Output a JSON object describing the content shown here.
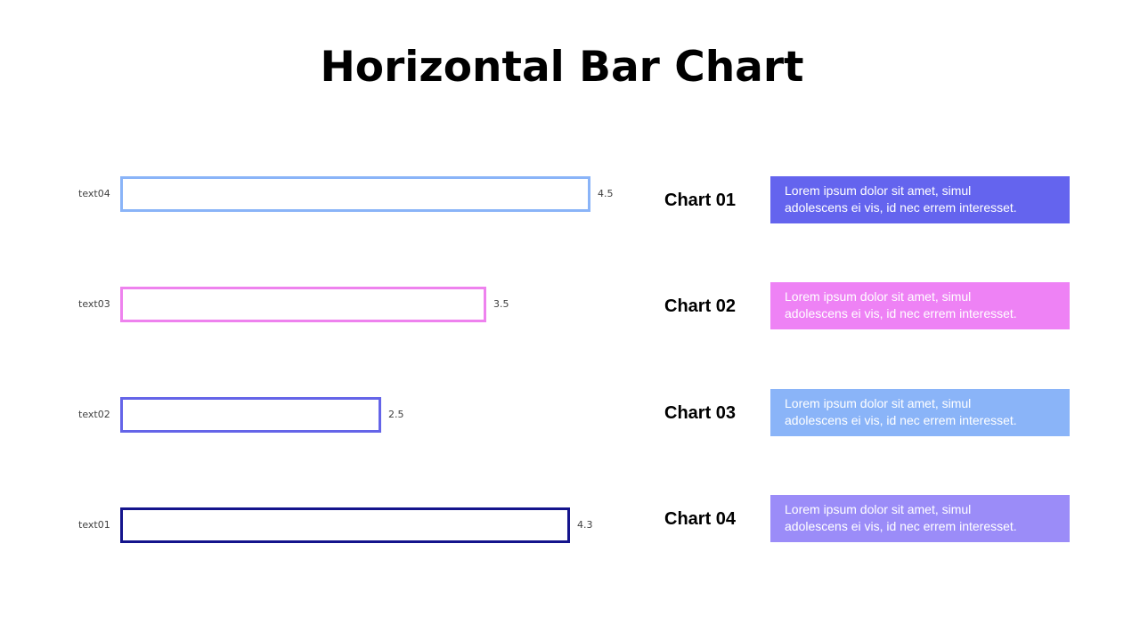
{
  "title": "Horizontal Bar Chart",
  "chart_data": {
    "type": "bar",
    "orientation": "horizontal",
    "title": "Horizontal Bar Chart",
    "categories": [
      "text04",
      "text03",
      "text02",
      "text01"
    ],
    "values": [
      4.5,
      3.5,
      2.5,
      4.3
    ],
    "colors": [
      "#8ab4f8",
      "#ee82ee",
      "#6464e8",
      "#14148c"
    ],
    "xlabel": "",
    "ylabel": "",
    "xlim": [
      0,
      4.5
    ],
    "grid": false,
    "data_labels": true,
    "bar_style": "outline"
  },
  "bars": [
    {
      "label": "text04",
      "value": 4.5,
      "value_text": "4.5",
      "color": "#8ab4f8"
    },
    {
      "label": "text03",
      "value": 3.5,
      "value_text": "3.5",
      "color": "#ee82ee"
    },
    {
      "label": "text02",
      "value": 2.5,
      "value_text": "2.5",
      "color": "#6464e8"
    },
    {
      "label": "text01",
      "value": 4.3,
      "value_text": "4.3",
      "color": "#14148c"
    }
  ],
  "legend": [
    {
      "title": "Chart 01",
      "line1": "Lorem  ipsum dolor  sit amet,  simul",
      "line2": "adolescens ei vis, id nec errem  interesset.",
      "color": "#6464ee"
    },
    {
      "title": "Chart 02",
      "line1": "Lorem  ipsum dolor  sit amet,  simul",
      "line2": "adolescens ei vis, id nec errem  interesset.",
      "color": "#ee82f5"
    },
    {
      "title": "Chart 03",
      "line1": "Lorem  ipsum dolor  sit amet,  simul",
      "line2": "adolescens ei vis, id nec errem  interesset.",
      "color": "#8ab4f8"
    },
    {
      "title": "Chart 04",
      "line1": "Lorem  ipsum dolor  sit amet,  simul",
      "line2": "adolescens ei vis, id nec errem  interesset.",
      "color": "#9b8cf8"
    }
  ]
}
